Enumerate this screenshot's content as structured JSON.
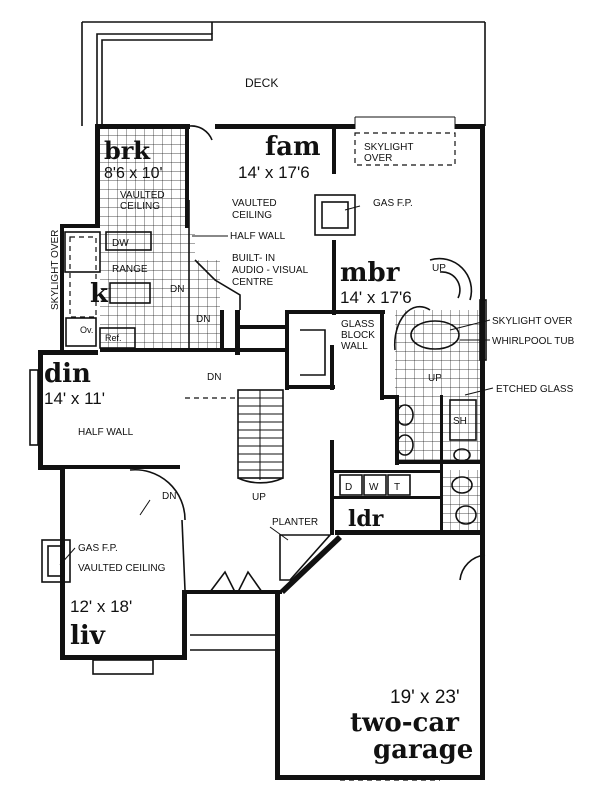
{
  "rooms": {
    "deck": "DECK",
    "brk": {
      "name": "brk",
      "size": "8'6 x 10'"
    },
    "fam": {
      "name": "fam",
      "size": "14' x 17'6"
    },
    "mbr": {
      "name": "mbr",
      "size": "14' x 17'6"
    },
    "k": {
      "name": "k"
    },
    "din": {
      "name": "din",
      "size": "14' x 11'"
    },
    "ldr": {
      "name": "ldr"
    },
    "liv": {
      "name": "liv",
      "size": "12' x 18'"
    },
    "garage": {
      "name_line1": "two-car",
      "name_line2": "garage",
      "size": "19' x 23'"
    }
  },
  "labels": {
    "skylight_over_mbr_1": "SKYLIGHT",
    "skylight_over_mbr_2": "OVER",
    "vaulted_ceiling_brk_1": "VAULTED",
    "vaulted_ceiling_brk_2": "CEILING",
    "vaulted_ceiling_fam_1": "VAULTED",
    "vaulted_ceiling_fam_2": "CEILING",
    "half_wall_fam": "HALF WALL",
    "gas_fp_fam": "GAS F.P.",
    "skylight_over_side": "SKYLIGHT OVER",
    "dw": "DW",
    "range": "RANGE",
    "dn_kitchen": "DN",
    "dn_hall": "DN",
    "dn_stair": "DN",
    "ov": "Ov.",
    "ref": "Ref.",
    "built_in_1": "BUILT- IN",
    "built_in_2": "AUDIO - VISUAL",
    "built_in_3": "CENTRE",
    "up_mbr": "UP",
    "glass_block_1": "GLASS",
    "glass_block_2": "BLOCK",
    "glass_block_3": "WALL",
    "skylight_over_bath": "SKYLIGHT OVER",
    "whirlpool_tub": "WHIRLPOOL TUB",
    "up_bath": "UP",
    "etched_glass": "ETCHED GLASS",
    "sh": "SH",
    "half_wall_din": "HALF WALL",
    "dn_liv": "DN",
    "up_stair": "UP",
    "planter": "PLANTER",
    "laundry_d": "D",
    "laundry_w": "W",
    "laundry_t": "T",
    "gas_fp_liv": "GAS F.P.",
    "vaulted_ceiling_liv": "VAULTED CEILING"
  }
}
